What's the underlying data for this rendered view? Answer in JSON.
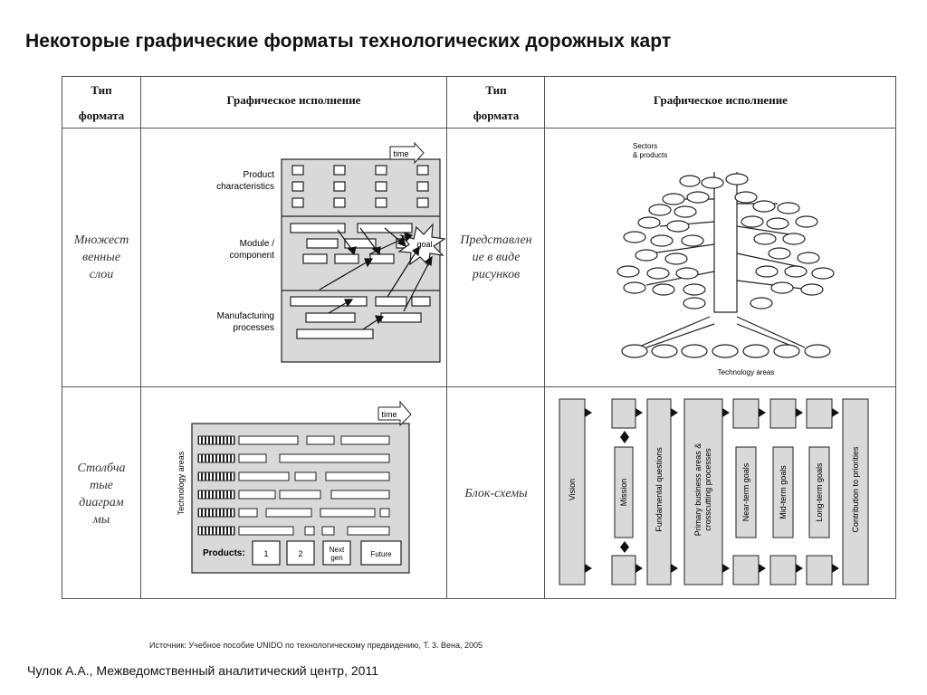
{
  "title": "Некоторые графические форматы технологических дорожных карт",
  "table": {
    "header_type": "Тип\nформата",
    "header_graphic": "Графическое исполнение",
    "rows": [
      {
        "left_type": "Множест\nвенные\nслои",
        "right_type": "Представлен\nие в виде\nрисунков"
      },
      {
        "left_type": "Столбча\nтые\nдиаграм\nмы",
        "right_type": "Блок-схемы"
      }
    ]
  },
  "diagram_layers": {
    "time": "time",
    "layers": [
      "Product\ncharacteristics",
      "Module /\ncomponent",
      "Manufacturing\nprocesses"
    ],
    "goal": "goal"
  },
  "diagram_tree": {
    "top_label": "Sectors\n& products",
    "bottom_label": "Technology areas"
  },
  "diagram_bars": {
    "time": "time",
    "axis_label": "Technology areas",
    "products_label": "Products:",
    "products": [
      "1",
      "2",
      "Next\ngen",
      "Future"
    ]
  },
  "diagram_flow": {
    "columns": [
      "Vision",
      "Mission",
      "Fundamental questions",
      "Primary business areas &\ncrosscutting processes",
      "Near-term goals",
      "Mid-term goals",
      "Long-term goals",
      "Contribution to priorities"
    ]
  },
  "source": "Источник: Учебное пособие UNIDO по технологическому предвидению, Т. 3. Вена, 2005",
  "author": "Чулок А.А., Межведомственный аналитический центр, 2011"
}
